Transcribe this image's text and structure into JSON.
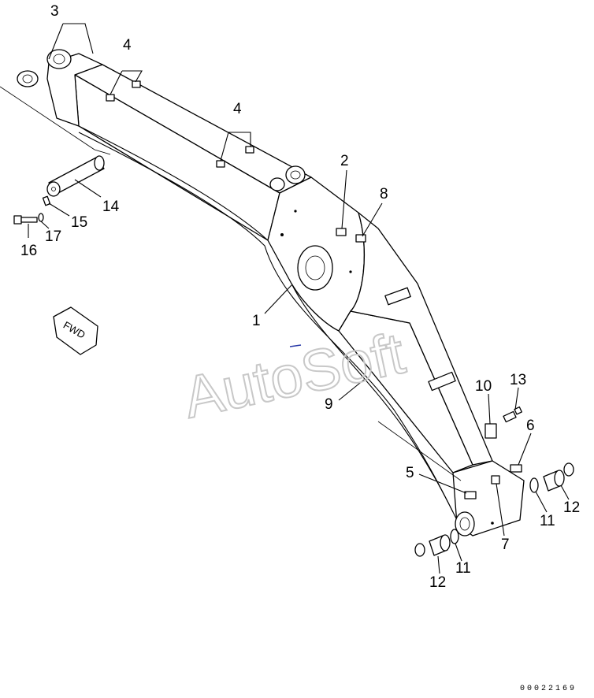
{
  "watermark": "AutoSoft",
  "diagram_code": "00022169",
  "fwd_arrow_text": "FWD",
  "callouts": [
    "1",
    "2",
    "3",
    "4",
    "4",
    "5",
    "6",
    "7",
    "8",
    "9",
    "10",
    "11",
    "11",
    "12",
    "12",
    "13",
    "14",
    "15",
    "16",
    "17"
  ]
}
